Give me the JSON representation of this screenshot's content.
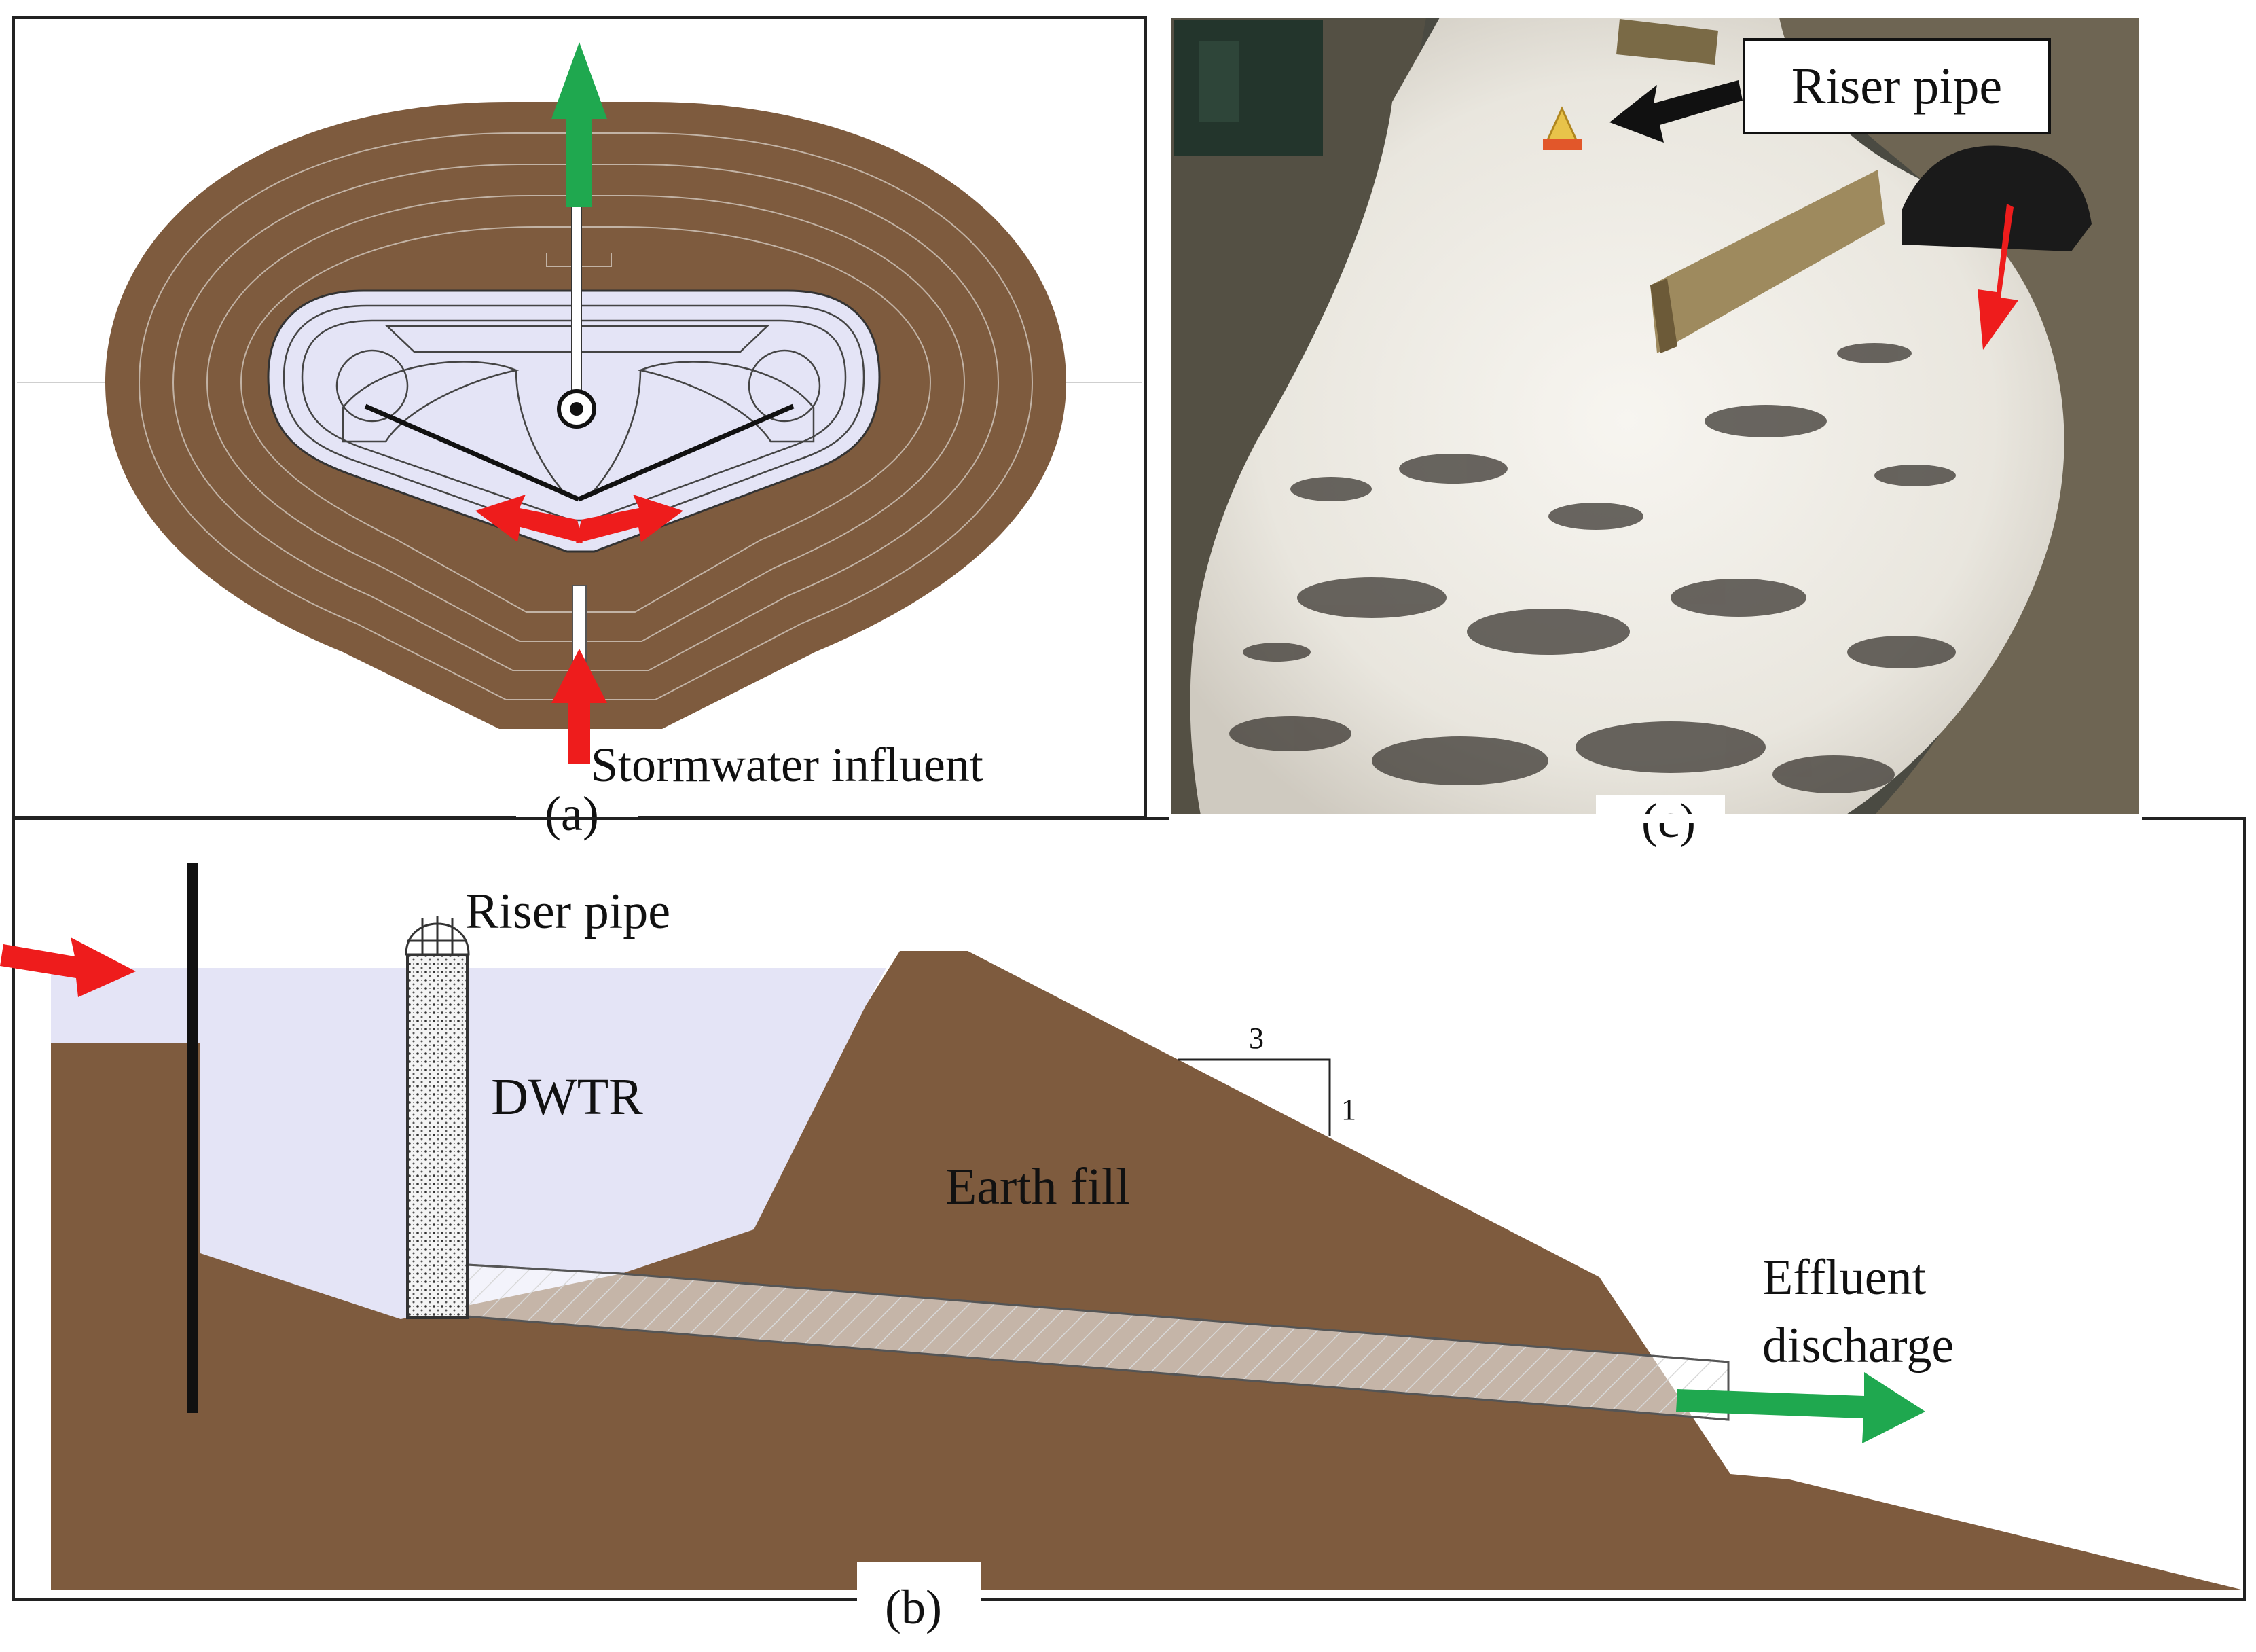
{
  "panels": {
    "a": {
      "label": "(a)",
      "inflow_label": "Stormwater influent"
    },
    "b": {
      "label": "(b)",
      "riser_label": "Riser pipe",
      "media_label": "DWTR",
      "fill_label": "Earth fill",
      "slope_run": "3",
      "slope_rise": "1",
      "effluent_line1": "Effluent",
      "effluent_line2": "discharge"
    },
    "c": {
      "label": "(c)",
      "riser_callout": "Riser pipe"
    }
  },
  "colors": {
    "earth": "#7e5b3e",
    "media": "#e4e4f6",
    "inflow_arrow": "#ee1c1c",
    "outflow_arrow": "#1fa84f"
  }
}
